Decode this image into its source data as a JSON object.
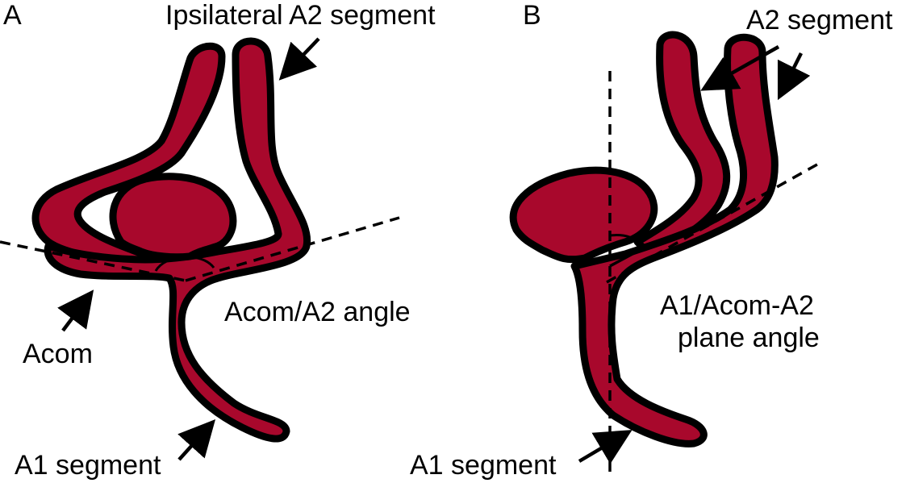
{
  "panel_a": {
    "letter": "A",
    "labels": {
      "ipsilateral_a2": "Ipsilateral A2 segment",
      "acom_a2_angle": "Acom/A2 angle",
      "acom": "Acom",
      "a1_segment": "A1 segment"
    }
  },
  "panel_b": {
    "letter": "B",
    "labels": {
      "a2_segment": "A2 segment",
      "plane_angle_line1": "A1/Acom-A2",
      "plane_angle_line2": "plane angle",
      "a1_segment": "A1 segment"
    }
  },
  "colors": {
    "vessel": "#a8082c",
    "outline": "#000000",
    "background": "#ffffff"
  }
}
